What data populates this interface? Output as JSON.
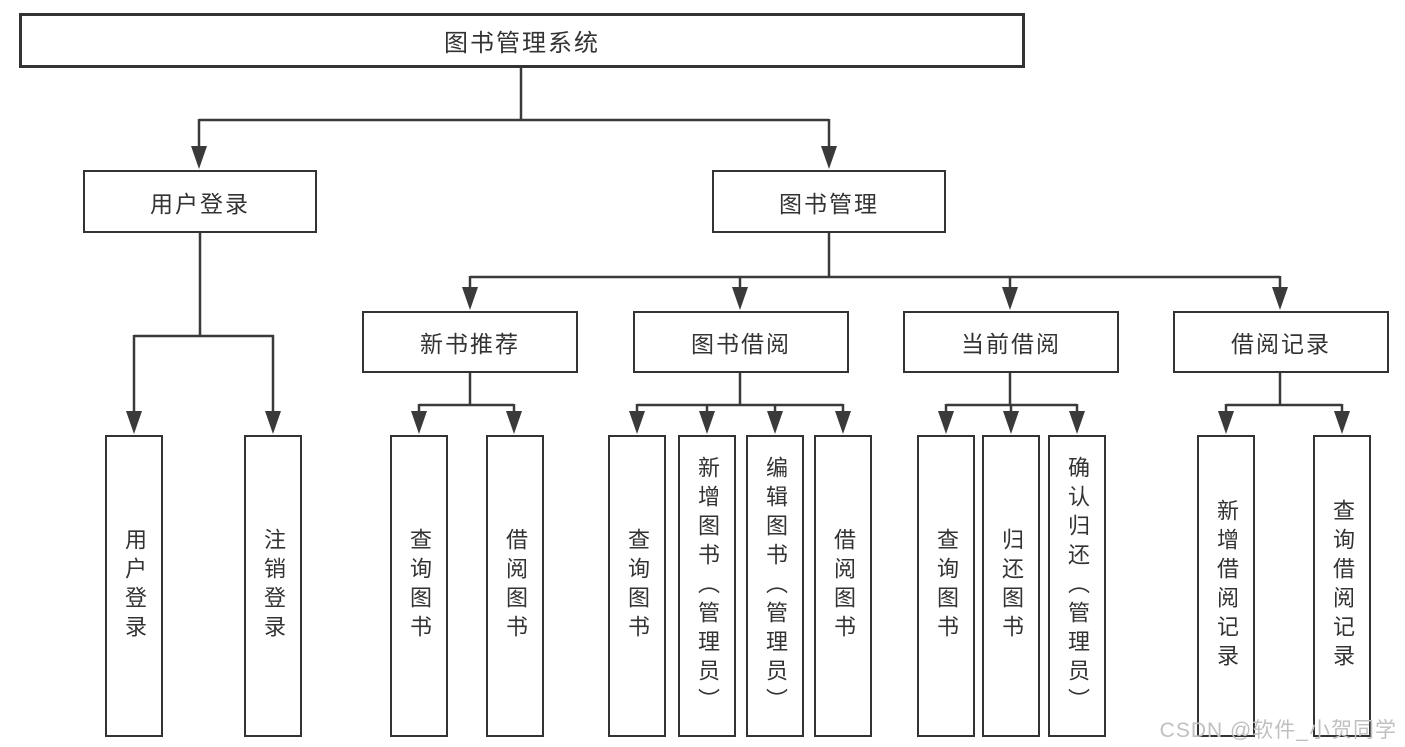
{
  "title": "图书管理系统",
  "colors": {
    "line": "#3a3a3a",
    "text": "#333333",
    "box_background": "#ffffff",
    "watermark": "#c0c0c0"
  },
  "tree": {
    "root": {
      "label": "图书管理系统"
    },
    "branches": [
      {
        "label": "用户登录",
        "children": [
          {
            "label": "用户登录"
          },
          {
            "label": "注销登录"
          }
        ]
      },
      {
        "label": "图书管理",
        "children": [
          {
            "label": "新书推荐",
            "children": [
              {
                "label": "查询图书"
              },
              {
                "label": "借阅图书"
              }
            ]
          },
          {
            "label": "图书借阅",
            "children": [
              {
                "label": "查询图书"
              },
              {
                "label": "新增图书（管理员）"
              },
              {
                "label": "编辑图书（管理员）"
              },
              {
                "label": "借阅图书"
              }
            ]
          },
          {
            "label": "当前借阅",
            "children": [
              {
                "label": "查询图书"
              },
              {
                "label": "归还图书"
              },
              {
                "label": "确认归还（管理员）"
              }
            ]
          },
          {
            "label": "借阅记录",
            "children": [
              {
                "label": "新增借阅记录"
              },
              {
                "label": "查询借阅记录"
              }
            ]
          }
        ]
      }
    ]
  },
  "watermark": {
    "text": "CSDN @软件_小贺同学"
  }
}
